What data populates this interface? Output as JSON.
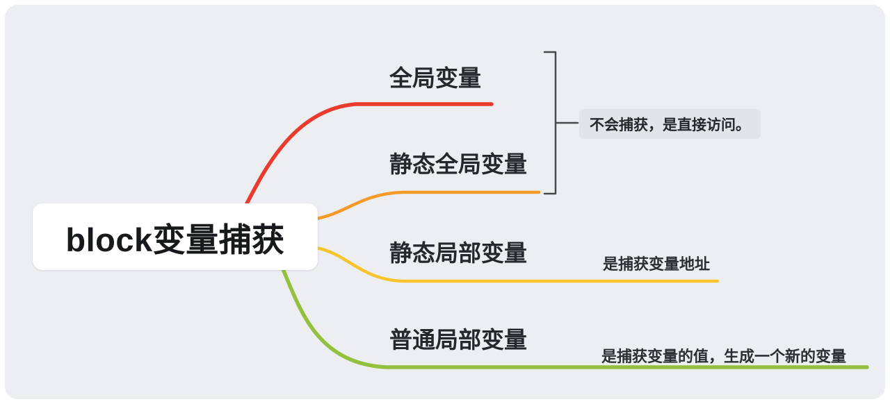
{
  "root": {
    "label": "block变量捕获"
  },
  "branches": [
    {
      "label": "全局变量",
      "color": "#e93b2e",
      "annotation": ""
    },
    {
      "label": "静态全局变量",
      "color": "#f59a29",
      "annotation": ""
    },
    {
      "label": "静态局部变量",
      "color": "#f8c32c",
      "annotation": "是捕获变量地址"
    },
    {
      "label": "普通局部变量",
      "color": "#93c13d",
      "annotation": "是捕获变量的值，生成一个新的变量"
    }
  ],
  "group_note": {
    "text": "不会捕获，是直接访问。"
  },
  "colors": {
    "canvas_bg": "#edeef1",
    "note_bg": "#e2e4e7",
    "bracket": "#46484a",
    "root_text": "#17191c",
    "label_text": "#24282c"
  }
}
